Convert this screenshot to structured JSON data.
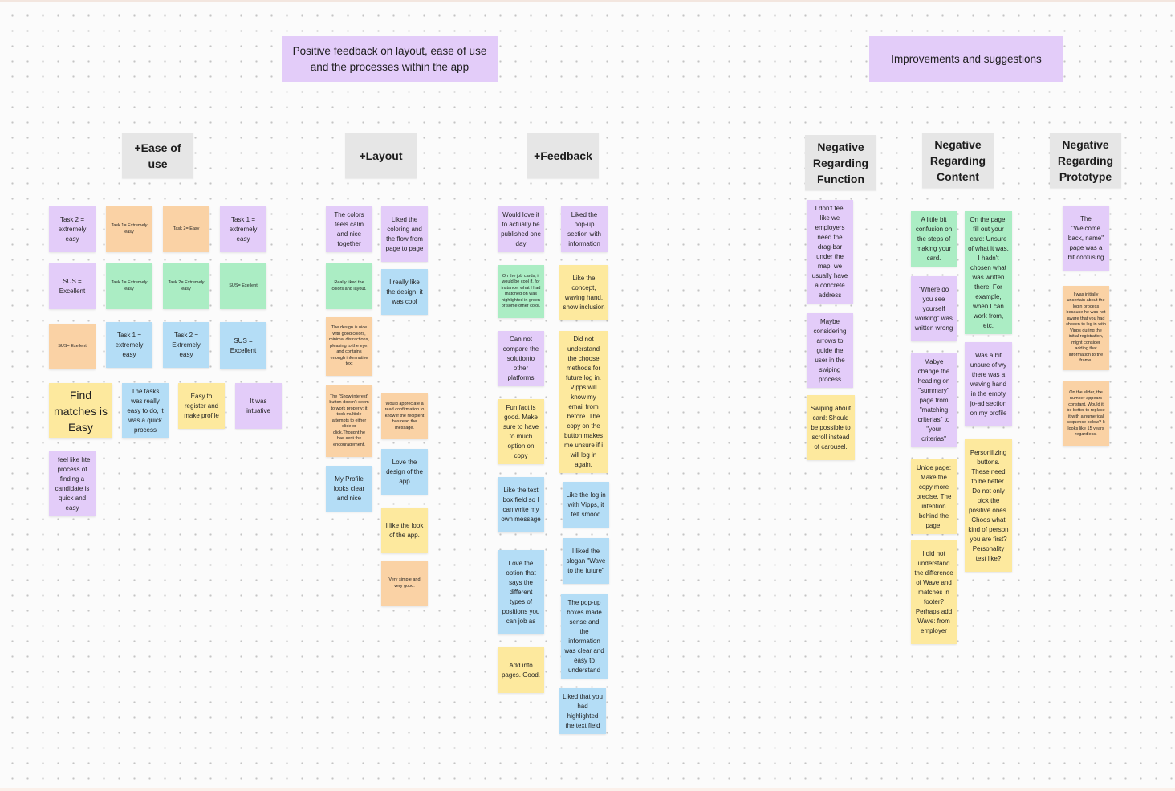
{
  "colors": {
    "purple": "#e3ccf9",
    "orange": "#fad2a5",
    "green": "#abedc4",
    "blue": "#b4ddf6",
    "yellow": "#fde99e",
    "category": "#e6e6e6"
  },
  "headers": {
    "positive": "Positive feedback on layout, ease of use and the processes within the app",
    "improvements": "Improvements and suggestions"
  },
  "categories": {
    "ease": "+Ease of use",
    "layout": "+Layout",
    "feedback": "+Feedback",
    "neg_function": "Negative Regarding Function",
    "neg_content": "Negative Regarding Content",
    "neg_prototype": "Negative Regarding Prototype"
  },
  "notes": {
    "ease": [
      {
        "color": "purple",
        "text": "Task 2 = extremely easy"
      },
      {
        "color": "orange",
        "text": "Task 1= Extremely easy"
      },
      {
        "color": "orange",
        "text": "Task 2= Easy"
      },
      {
        "color": "purple",
        "text": "Task 1 = extremely easy"
      },
      {
        "color": "purple",
        "text": "SUS = Excellent"
      },
      {
        "color": "green",
        "text": "Task 1= Extremely easy"
      },
      {
        "color": "green",
        "text": "Task 2= Extremely easy"
      },
      {
        "color": "green",
        "text": "SUS= Exellent"
      },
      {
        "color": "orange",
        "text": "SUS= Exellent"
      },
      {
        "color": "blue",
        "text": "Task 1 = extremely easy"
      },
      {
        "color": "blue",
        "text": "Task 2 = Extremely easy"
      },
      {
        "color": "blue",
        "text": "SUS = Excellent"
      },
      {
        "color": "yellow",
        "text": "Find matches is Easy"
      },
      {
        "color": "blue",
        "text": "The tasks was really easy to do, it was a quick process"
      },
      {
        "color": "yellow",
        "text": "Easy to register and make profile"
      },
      {
        "color": "purple",
        "text": "It was intuative"
      },
      {
        "color": "purple",
        "text": "I feel like hte process of finding a candidate is quick and easy"
      }
    ],
    "layout": [
      {
        "color": "purple",
        "text": "The colors feels calm and nice together"
      },
      {
        "color": "purple",
        "text": "Liked the coloring and the flow from page to page"
      },
      {
        "color": "green",
        "text": "Really liked the colors and layout."
      },
      {
        "color": "blue",
        "text": "I really like the design, it was cool"
      },
      {
        "color": "orange",
        "text": "The design is nice with good colors, minimal distractions, pleasing to the eye, and contains enough informative text"
      },
      {
        "color": "orange",
        "text": "The \"Show interest\" button doesn't seem to work properly; it took multiple attempts to either slide or click.Thought he had sent the encouragement."
      },
      {
        "color": "orange",
        "text": "Would appreciate a read confirmation to know if the recipient has read the message."
      },
      {
        "color": "blue",
        "text": "Love the design of the app"
      },
      {
        "color": "blue",
        "text": "My Profile looks clear and nice"
      },
      {
        "color": "yellow",
        "text": "I like the look of the app."
      },
      {
        "color": "orange",
        "text": "Very simple and very good."
      }
    ],
    "feedback": [
      {
        "color": "purple",
        "text": "Would love it to actually be published one day"
      },
      {
        "color": "purple",
        "text": "Liked the pop-up section with information"
      },
      {
        "color": "green",
        "text": "On the job cards, it would be cool if, for instance, what I had matched on was highlighted in green or some other color."
      },
      {
        "color": "yellow",
        "text": "Like the concept, waving hand. show inclusion"
      },
      {
        "color": "purple",
        "text": "Can not compare the solutionto other platforms"
      },
      {
        "color": "yellow",
        "text": "Did not understand the choose methods for future log in. Vipps will know my email from before. The copy on the button makes me unsure if i will log in again."
      },
      {
        "color": "yellow",
        "text": "Fun fact is good. Make sure to have to much option on copy"
      },
      {
        "color": "blue",
        "text": "Like the text box field so I can write my own message"
      },
      {
        "color": "blue",
        "text": "Like the log in with Vipps, it felt smood"
      },
      {
        "color": "blue",
        "text": "I liked the slogan \"Wave to the future\""
      },
      {
        "color": "blue",
        "text": "Love the option that says the different types of positions you can job as"
      },
      {
        "color": "blue",
        "text": "The pop-up boxes made sense and the information was clear and easy to understand"
      },
      {
        "color": "yellow",
        "text": "Add info pages. Good."
      },
      {
        "color": "blue",
        "text": "Liked that you had highlighted the text field"
      }
    ],
    "neg_function": [
      {
        "color": "purple",
        "text": "I don't feel like we employers need the drag-bar under the map, we usually have a concrete address"
      },
      {
        "color": "purple",
        "text": "Maybe considering arrows to guide the user in the swiping process"
      },
      {
        "color": "yellow",
        "text": "Swiping about card: Should be possible to scroll instead of carousel."
      }
    ],
    "neg_content": [
      {
        "color": "green",
        "text": "A little bit confusion on the steps of making your card."
      },
      {
        "color": "green",
        "text": "On the page, fill out your card: Unsure of what it was, I hadn't chosen what was written there. For example, when I can work from, etc."
      },
      {
        "color": "purple",
        "text": "\"Where do you see yourself working\" was written wrong"
      },
      {
        "color": "purple",
        "text": "Was a bit unsure of wy there was a waving hand in the empty jo-ad section on my profile"
      },
      {
        "color": "purple",
        "text": "Mabye change the heading on \"summary\" page from \"matching criterias\" to \"your criterias\""
      },
      {
        "color": "yellow",
        "text": "Personilizing buttons. These need to be better. Do not only pick the positive ones. Choos what kind of person you are first? Personality test like?"
      },
      {
        "color": "yellow",
        "text": "Uniqe page: Make the copy more precise. The intention behind the page."
      },
      {
        "color": "yellow",
        "text": "I did not understand the difference of Wave and matches in footer? Perhaps add Wave: from employer"
      }
    ],
    "neg_prototype": [
      {
        "color": "purple",
        "text": "The \"Welcome back, name\" page was a bit confusing"
      },
      {
        "color": "orange",
        "text": "I was initially uncertain about the login process because he was not aware that you had chosen to log in with Vipps during the initial registration, might consider adding that information to the frame."
      },
      {
        "color": "orange",
        "text": "On the slider, the number appears constant. Would it be better to replace it with a numerical sequence below? It looks like 15 years regardless."
      }
    ]
  }
}
